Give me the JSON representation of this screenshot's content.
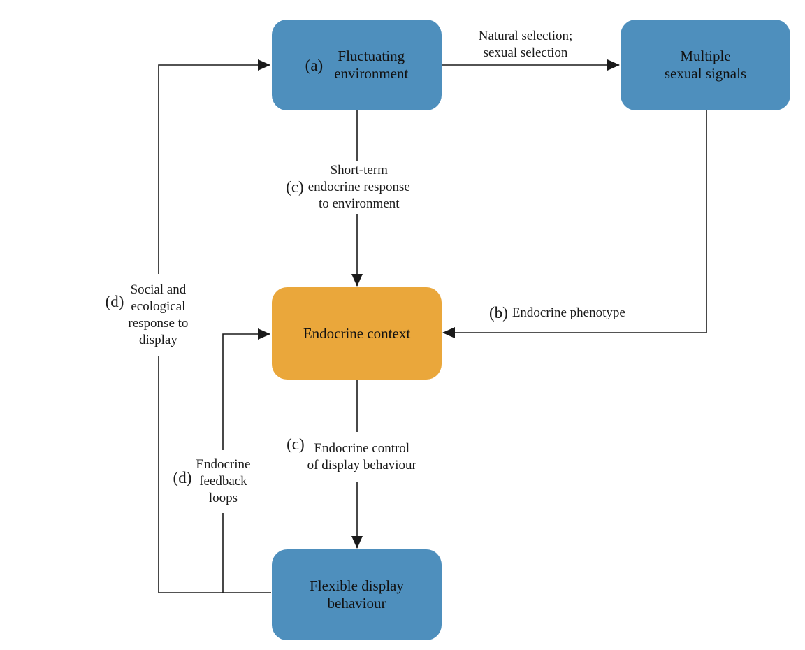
{
  "nodes": {
    "fluctuating": {
      "tag": "(a)",
      "line1": "Fluctuating",
      "line2": "environment"
    },
    "multiple": {
      "line1": "Multiple",
      "line2": "sexual signals"
    },
    "endocrine": {
      "text": "Endocrine context"
    },
    "flexible": {
      "line1": "Flexible display",
      "line2": "behaviour"
    }
  },
  "edges": {
    "selection": {
      "line1": "Natural selection;",
      "line2": "sexual selection"
    },
    "short_term": {
      "tag": "(c)",
      "line1": "Short-term",
      "line2": "endocrine response",
      "line3": "to environment"
    },
    "phenotype": {
      "tag": "(b)",
      "text": "Endocrine phenotype"
    },
    "control": {
      "tag": "(c)",
      "line1": "Endocrine control",
      "line2": "of display behaviour"
    },
    "social": {
      "tag": "(d)",
      "line1": "Social and",
      "line2": "ecological",
      "line3": "response to",
      "line4": "display"
    },
    "feedback": {
      "tag": "(d)",
      "line1": "Endocrine",
      "line2": "feedback",
      "line3": "loops"
    }
  },
  "colors": {
    "blue_box": "#4e8fbd",
    "orange_box": "#eaa73b",
    "line": "#1a1a1a"
  }
}
